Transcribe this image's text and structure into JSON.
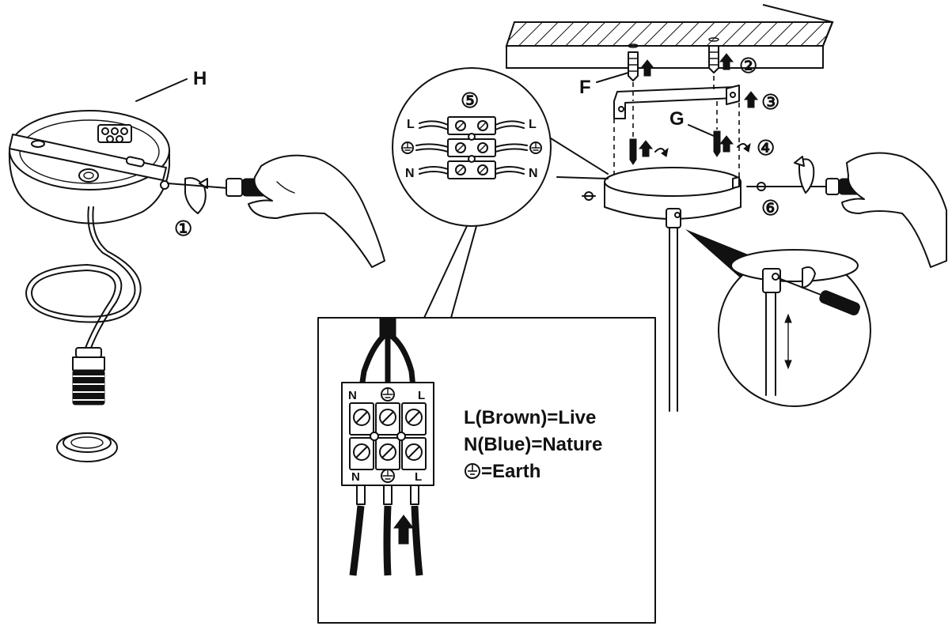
{
  "labels": {
    "part_h": "H",
    "part_f": "F",
    "part_g": "G"
  },
  "steps": [
    "①",
    "②",
    "③",
    "④",
    "⑤",
    "⑥"
  ],
  "terminal_detail": {
    "top_left": "L",
    "top_right": "L",
    "bottom_left": "N",
    "bottom_right": "N"
  },
  "connector_labels": {
    "top": [
      "N",
      "⏚",
      "L"
    ],
    "bottom": [
      "N",
      "⏚",
      "L"
    ]
  },
  "legend": {
    "live": "L(Brown)=Live",
    "neutral": "N(Blue)=Nature",
    "earth_symbol": "⏚",
    "earth": "=Earth"
  },
  "icons": {
    "screwdriver": "screwdriver-icon",
    "rotate_arrow": "rotate-arrow-icon",
    "up_arrow": "up-arrow-icon",
    "earth": "earth-icon"
  }
}
